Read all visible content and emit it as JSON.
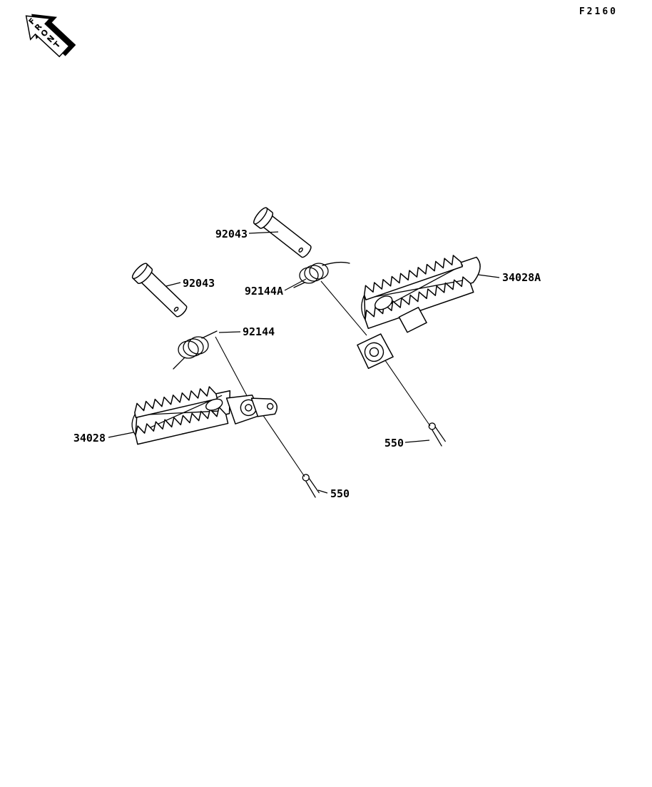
{
  "page": {
    "figure_code": "F2160",
    "front_label": "FRONT",
    "background_color": "#ffffff",
    "line_color": "#000000"
  },
  "labels": [
    {
      "part": "pin-92043-upper",
      "text": "92043"
    },
    {
      "part": "pin-92043-lower",
      "text": "92043"
    },
    {
      "part": "spring-92144a-right",
      "text": "92144A"
    },
    {
      "part": "footpeg-34028a-right",
      "text": "34028A"
    },
    {
      "part": "spring-92144-left",
      "text": "92144"
    },
    {
      "part": "footpeg-34028-left",
      "text": "34028"
    },
    {
      "part": "cotter-pin-550-right",
      "text": "550"
    },
    {
      "part": "cotter-pin-550-left",
      "text": "550"
    }
  ]
}
